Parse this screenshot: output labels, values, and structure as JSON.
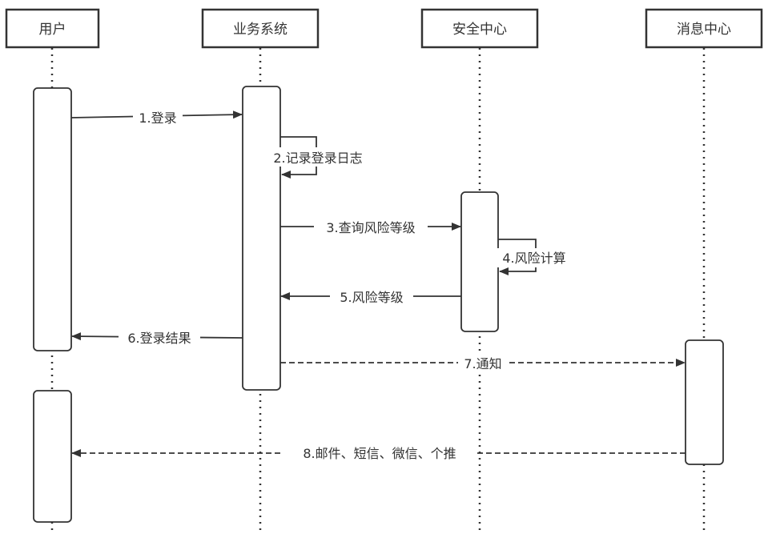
{
  "participants": [
    {
      "id": "user",
      "label": "用户"
    },
    {
      "id": "business",
      "label": "业务系统"
    },
    {
      "id": "security",
      "label": "安全中心"
    },
    {
      "id": "message",
      "label": "消息中心"
    }
  ],
  "messages": [
    {
      "n": 1,
      "label": "1.登录",
      "from": "user",
      "to": "business",
      "style": "solid"
    },
    {
      "n": 2,
      "label": "2.记录登录日志",
      "from": "business",
      "to": "business",
      "style": "self"
    },
    {
      "n": 3,
      "label": "3.查询风险等级",
      "from": "business",
      "to": "security",
      "style": "solid"
    },
    {
      "n": 4,
      "label": "4.风险计算",
      "from": "security",
      "to": "security",
      "style": "self"
    },
    {
      "n": 5,
      "label": "5.风险等级",
      "from": "security",
      "to": "business",
      "style": "solid"
    },
    {
      "n": 6,
      "label": "6.登录结果",
      "from": "business",
      "to": "user",
      "style": "solid"
    },
    {
      "n": 7,
      "label": "7.通知",
      "from": "business",
      "to": "message",
      "style": "dashed"
    },
    {
      "n": 8,
      "label": "8.邮件、短信、微信、个推",
      "from": "message",
      "to": "user",
      "style": "dashed"
    }
  ],
  "colors": {
    "stroke": "#333333",
    "text": "#333333",
    "background": "#ffffff"
  }
}
